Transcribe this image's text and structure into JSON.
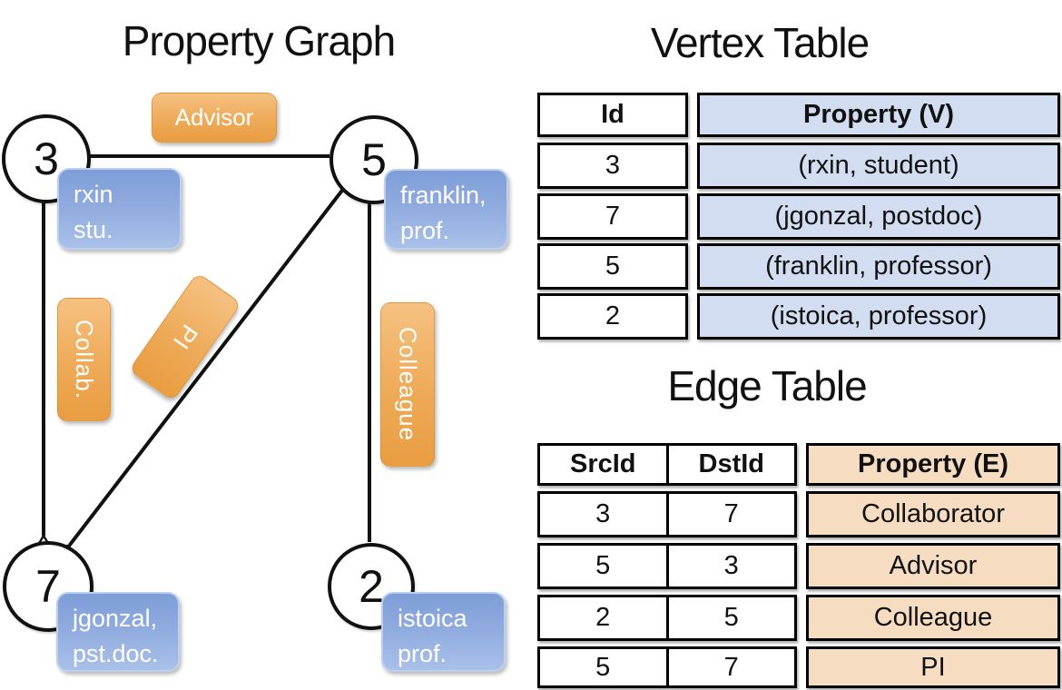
{
  "graph": {
    "title": "Property Graph",
    "nodes": [
      {
        "id": "3",
        "property": [
          "rxin",
          "stu."
        ]
      },
      {
        "id": "5",
        "property": [
          "franklin,",
          "prof."
        ]
      },
      {
        "id": "7",
        "property": [
          "jgonzal,",
          "pst.doc."
        ]
      },
      {
        "id": "2",
        "property": [
          "istoica",
          "prof."
        ]
      }
    ],
    "edge_labels": {
      "advisor": "Advisor",
      "collab": "Collab.",
      "pi": "PI",
      "colleague": "Colleague"
    }
  },
  "vertex_table": {
    "title": "Vertex Table",
    "headers": {
      "id": "Id",
      "property": "Property (V)"
    },
    "rows": [
      {
        "id": "3",
        "property": "(rxin, student)"
      },
      {
        "id": "7",
        "property": "(jgonzal, postdoc)"
      },
      {
        "id": "5",
        "property": "(franklin, professor)"
      },
      {
        "id": "2",
        "property": "(istoica, professor)"
      }
    ]
  },
  "edge_table": {
    "title": "Edge Table",
    "headers": {
      "src": "SrcId",
      "dst": "DstId",
      "property": "Property (E)"
    },
    "rows": [
      {
        "src": "3",
        "dst": "7",
        "property": "Collaborator"
      },
      {
        "src": "5",
        "dst": "3",
        "property": "Advisor"
      },
      {
        "src": "2",
        "dst": "5",
        "property": "Colleague"
      },
      {
        "src": "5",
        "dst": "7",
        "property": "PI"
      }
    ]
  },
  "colors": {
    "edge_label_orange": "#eda64f",
    "vertex_property_blue": "#d3ddf1",
    "edge_property_tan": "#f6ddc1",
    "node_property_blue": "#8aa6db"
  }
}
